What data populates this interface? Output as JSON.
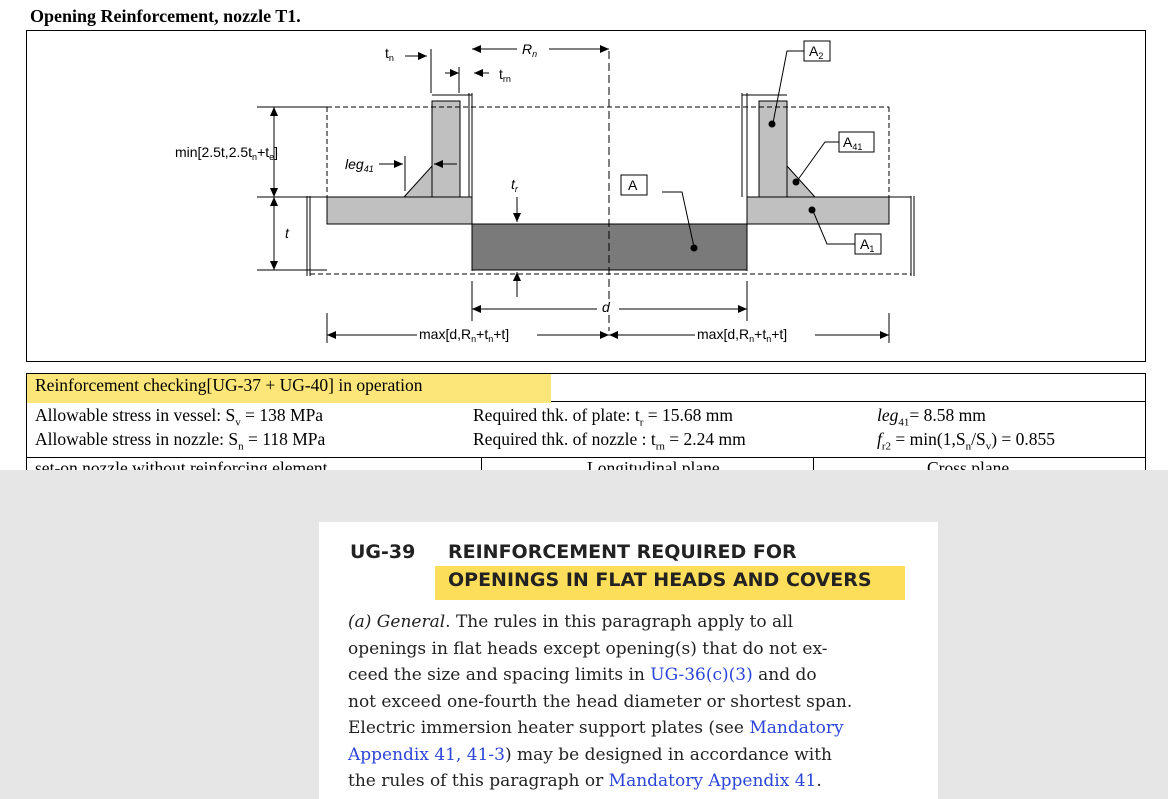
{
  "doc": {
    "title": "Opening Reinforcement, nozzle T1."
  },
  "figure": {
    "labels": {
      "tn": "t",
      "tn_sub": "n",
      "tm": "t",
      "tm_sub": "rn",
      "Rn": "R",
      "Rn_sub": "n",
      "A2": "A",
      "A2_sub": "2",
      "A41": "A",
      "A41_sub": "41",
      "A": "A",
      "A1": "A",
      "A1_sub": "1",
      "min": "min[2.5t,2.5t",
      "min_rest": "+t",
      "min_end": "]",
      "leg": "leg",
      "leg_sub": "41",
      "tr": "t",
      "tr_sub": "r",
      "t": "t",
      "d": "d",
      "max_left": "max[d,R",
      "max_left_rest": "+t",
      "max_left_end": "+t]",
      "max_right": "max[d,R",
      "max_right_rest": "+t",
      "max_right_end": "+t]"
    }
  },
  "table": {
    "header": "Reinforcement checking[UG-37 + UG-40] in operation",
    "row1": {
      "c1": "Allowable stress in vessel: S",
      "c1_sub": "v",
      "c1_val": " = 138 MPa",
      "c2": "Required thk. of plate: t",
      "c2_sub": "r",
      "c2_val": " = 15.68 mm",
      "c3": "leg",
      "c3_sub": "41",
      "c3_val": "= 8.58 mm"
    },
    "row2": {
      "c1": "Allowable stress in nozzle: S",
      "c1_sub": "n",
      "c1_val": " = 118 MPa",
      "c2": "Required thk. of nozzle : t",
      "c2_sub": "rn",
      "c2_val": " = 2.24 mm",
      "c3": "f",
      "c3_sub": "r2",
      "c3_val": " = min(1,S",
      "c3_tail": "/S",
      "c3_end": ") = 0.855"
    },
    "row3": {
      "c1": "set-on nozzle without reinforcing element",
      "c2": "Longitudinal plane",
      "c3": "Cross plane"
    }
  },
  "asme": {
    "section": "UG-39",
    "title_line1": "REINFORCEMENT REQUIRED FOR",
    "title_line2": "OPENINGS IN FLAT HEADS AND COVERS",
    "para_lead": "(a) General",
    "line1": ". The rules in this paragraph apply to all",
    "line2": "openings in flat heads except opening(s) that do not ex-",
    "line3a": "ceed the size and spacing limits in ",
    "line3_link": "UG-36(c)(3)",
    "line3b": " and do",
    "line4": "not exceed one-fourth the head diameter or shortest span.",
    "line5a": "Electric immersion heater support plates (see ",
    "line5_link": "Mandatory",
    "line6_link": "Appendix 41, 41-3",
    "line6b": ") may be designed in accordance with",
    "line7a": "the rules of this paragraph or ",
    "line7_link": "Mandatory Appendix 41",
    "line7b": ".",
    "link_color": "#2a45d8",
    "highlight_color": "#fcde5a"
  }
}
